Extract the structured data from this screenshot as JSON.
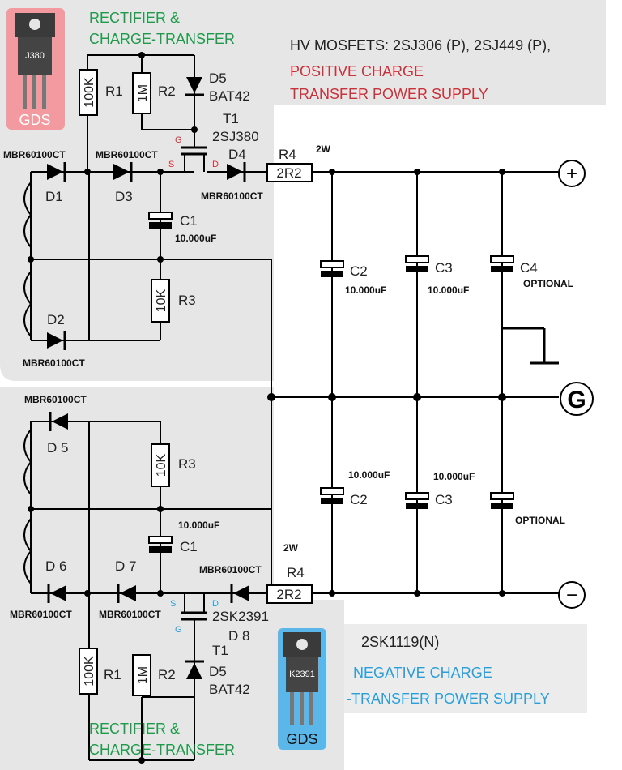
{
  "header": {
    "hv_mosfets": "HV MOSFETS: 2SJ306 (P), 2SJ449 (P),",
    "pos_title_1": "POSITIVE CHARGE",
    "pos_title_2": "TRANSFER POWER SUPPLY",
    "rect_top_1": "RECTIFIER &",
    "rect_top_2": "CHARGE-TRANSFER"
  },
  "footer": {
    "nchannel": "2SK1119(N)",
    "neg_title_1": "NEGATIVE CHARGE",
    "neg_title_2": "-TRANSFER POWER SUPPLY",
    "rect_bot_1": "RECTIFIER &",
    "rect_bot_2": "CHARGE-TRANSFER"
  },
  "packages": {
    "top": {
      "part": "J380",
      "pins": "GDS"
    },
    "bottom": {
      "part": "K2391",
      "pins": "GDS"
    }
  },
  "top_section": {
    "r1": {
      "name": "R1",
      "value": "100K"
    },
    "r2": {
      "name": "R2",
      "value": "1M"
    },
    "r3": {
      "name": "R3",
      "value": "10K"
    },
    "r4": {
      "name": "R4",
      "value": "2R2",
      "power": "2W"
    },
    "d5": {
      "name": "D5",
      "part": "BAT42"
    },
    "t1": {
      "name": "T1",
      "part": "2SJ380",
      "g": "G",
      "s": "S",
      "d": "D"
    },
    "d1": {
      "name": "D1",
      "part": "MBR60100CT"
    },
    "d2": {
      "name": "D2",
      "part": "MBR60100CT"
    },
    "d3": {
      "name": "D3",
      "part": "MBR60100CT"
    },
    "d4": {
      "name": "D4",
      "part": "MBR60100CT"
    },
    "c1": {
      "name": "C1",
      "value": "10.000uF"
    },
    "c2": {
      "name": "C2",
      "value": "10.000uF"
    },
    "c3": {
      "name": "C3",
      "value": "10.000uF"
    },
    "c4": {
      "name": "C4",
      "value": "OPTIONAL"
    },
    "plus": "+"
  },
  "bottom_section": {
    "r1": {
      "name": "R1",
      "value": "100K"
    },
    "r2": {
      "name": "R2",
      "value": "1M"
    },
    "r3": {
      "name": "R3",
      "value": "10K"
    },
    "r4": {
      "name": "R4",
      "value": "2R2",
      "power": "2W"
    },
    "d5": {
      "name": "D5",
      "part": "BAT42"
    },
    "t1": {
      "name": "T1",
      "part": "2SK2391",
      "g": "G",
      "s": "S",
      "d": "D"
    },
    "d5b": {
      "name": "D 5",
      "part": "MBR60100CT"
    },
    "d6": {
      "name": "D 6",
      "part": "MBR60100CT"
    },
    "d7": {
      "name": "D 7",
      "part": "MBR60100CT"
    },
    "d8": {
      "name": "D 8",
      "part": "MBR60100CT"
    },
    "c1": {
      "name": "C1",
      "value": "10.000uF"
    },
    "c2": {
      "name": "C2",
      "value": "10.000uF"
    },
    "c3": {
      "name": "C3",
      "value": "10.000uF"
    },
    "c4": {
      "value": "OPTIONAL"
    },
    "minus": "−"
  },
  "ground": "G",
  "colors": {
    "panel": "#e6e6e6",
    "green": "#1e9a4a",
    "red": "#c8323a",
    "blue": "#2a9fd6",
    "pink": "#f29aa0",
    "lightblue": "#5bb7ea"
  }
}
